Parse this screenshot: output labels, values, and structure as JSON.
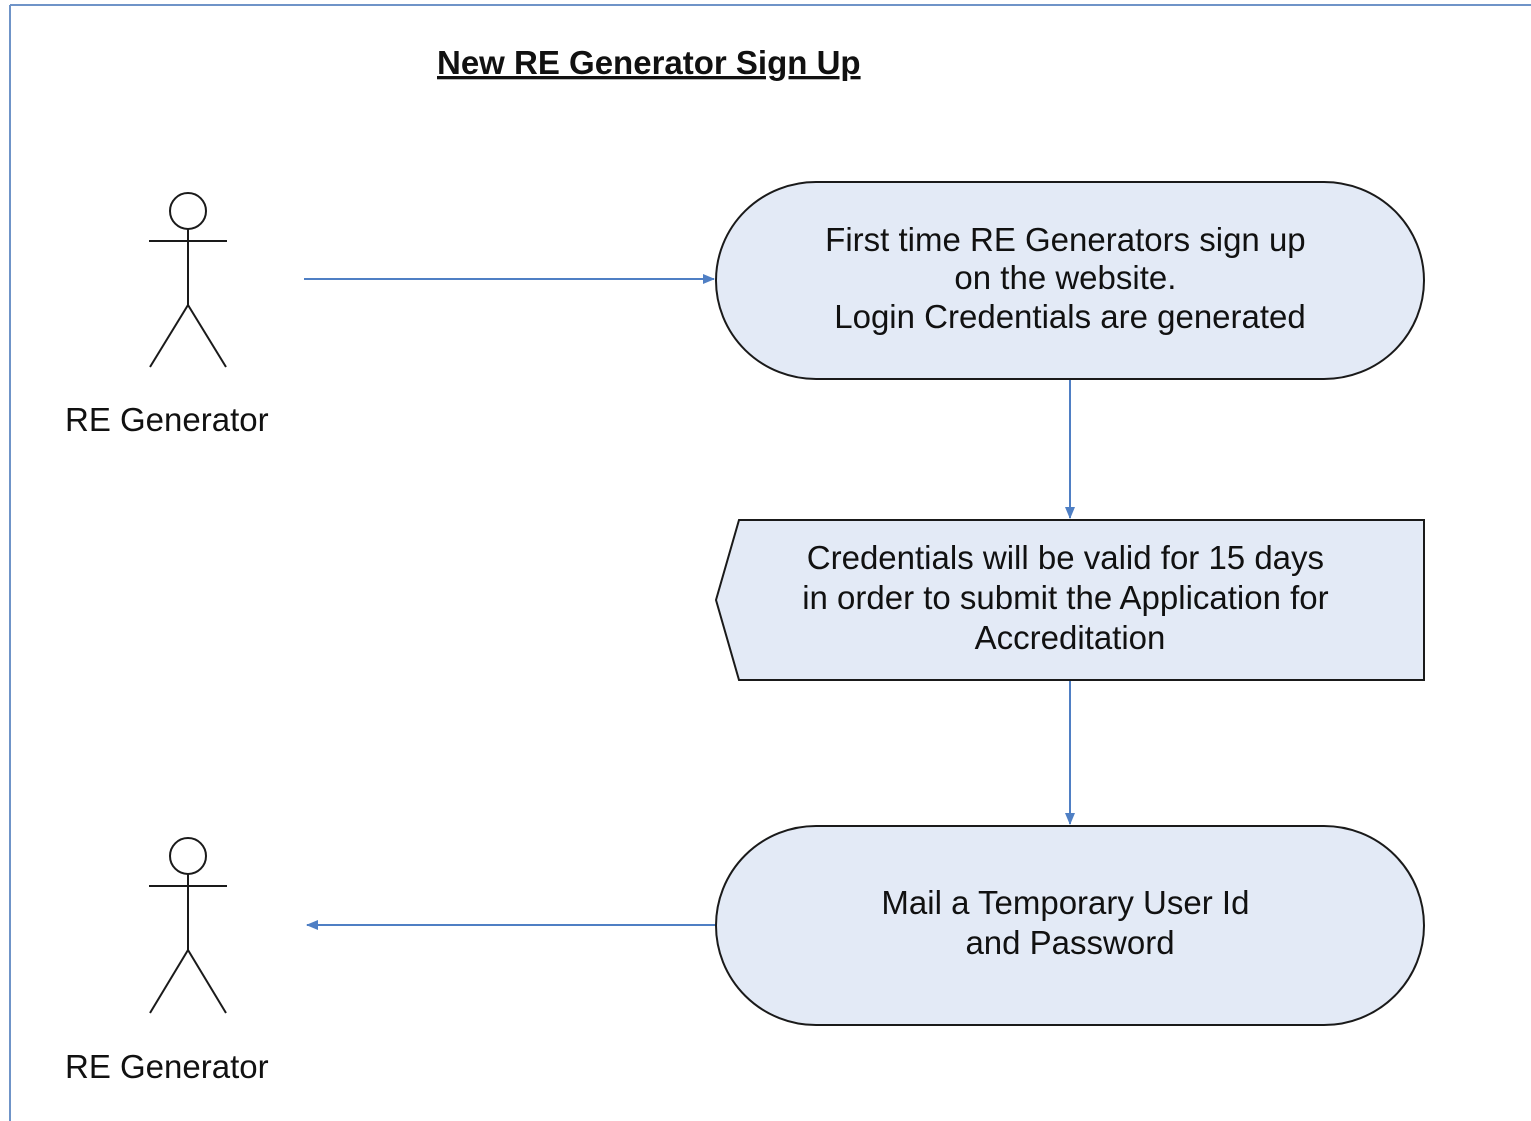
{
  "diagram": {
    "title": "New RE Generator Sign Up",
    "actors": [
      {
        "label": "RE Generator"
      },
      {
        "label": "RE Generator"
      }
    ],
    "nodes": [
      {
        "shape": "use-case-ellipse",
        "lines": [
          "First time RE Generators sign up",
          "on the website.",
          "Login Credentials are generated"
        ]
      },
      {
        "shape": "display-pentagon",
        "lines": [
          "Credentials will be valid for 15 days",
          "in order to submit the Application for",
          "Accreditation"
        ]
      },
      {
        "shape": "use-case-ellipse",
        "lines": [
          "Mail a Temporary User Id",
          "and Password"
        ]
      }
    ],
    "edges": [
      {
        "from": "actor-1",
        "to": "node-1"
      },
      {
        "from": "node-1",
        "to": "node-2"
      },
      {
        "from": "node-2",
        "to": "node-3"
      },
      {
        "from": "node-3",
        "to": "actor-2"
      }
    ]
  },
  "colors": {
    "frame": "#6f94c8",
    "connector": "#4f7fc4",
    "shape_fill": "#e3eaf6",
    "shape_stroke": "#1a1a1a",
    "text": "#111111",
    "actor_stroke": "#1a1a1a"
  }
}
